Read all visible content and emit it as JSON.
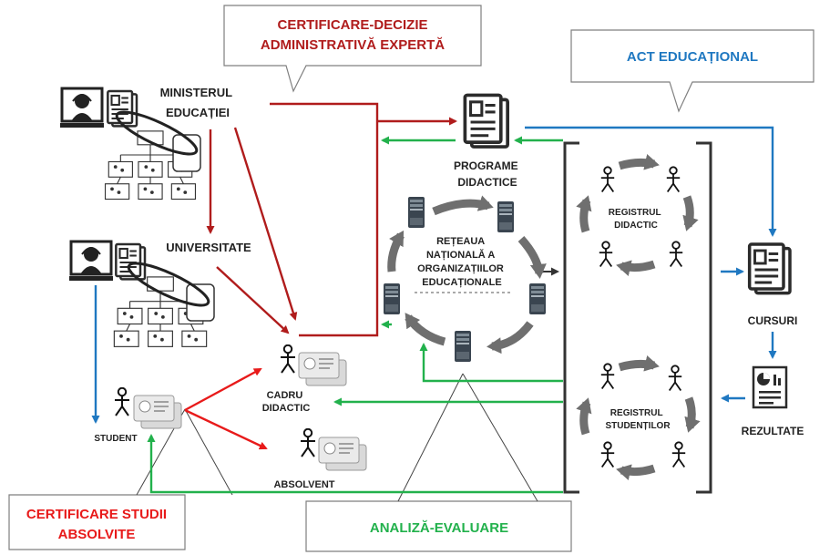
{
  "callouts": {
    "certificare_decizie": [
      "CERTIFICARE-DECIZIE",
      "ADMINISTRATIVĂ EXPERTĂ"
    ],
    "act_educational": "ACT EDUCAȚIONAL",
    "certificare_studii": [
      "CERTIFICARE STUDII",
      "ABSOLVITE"
    ],
    "analiza_evaluare": "ANALIZĂ-EVALUARE"
  },
  "nodes": {
    "minister": [
      "MINISTERUL",
      "EDUCAȚIEI"
    ],
    "universitate": "UNIVERSITATE",
    "programe": [
      "PROGRAME",
      "DIDACTICE"
    ],
    "retea": [
      "REȚEAUA",
      "NAȚIONALĂ A",
      "ORGANIZAȚIILOR",
      "EDUCAȚIONALE"
    ],
    "registru_didactic": [
      "REGISTRUL",
      "DIDACTIC"
    ],
    "registru_studenti": [
      "REGISTRUL",
      "STUDENȚILOR"
    ],
    "cursuri": "CURSURI",
    "rezultate": "REZULTATE",
    "cadru": [
      "CADRU",
      "DIDACTIC"
    ],
    "student": "STUDENT",
    "absolvent": "ABSOLVENT"
  },
  "colors": {
    "red_primary": "#b01c1c",
    "red_bright": "#e81a1a",
    "blue": "#1f78c1",
    "green": "#22b14c",
    "gray_arrow": "#6f6f6f",
    "dark": "#2b2b2b",
    "callout_border": "#7f7f7f"
  },
  "icons": [
    "operator-icon",
    "document-icon",
    "org-chart-icon",
    "server-icon",
    "person-icon",
    "diploma-card-icon",
    "report-icon"
  ]
}
